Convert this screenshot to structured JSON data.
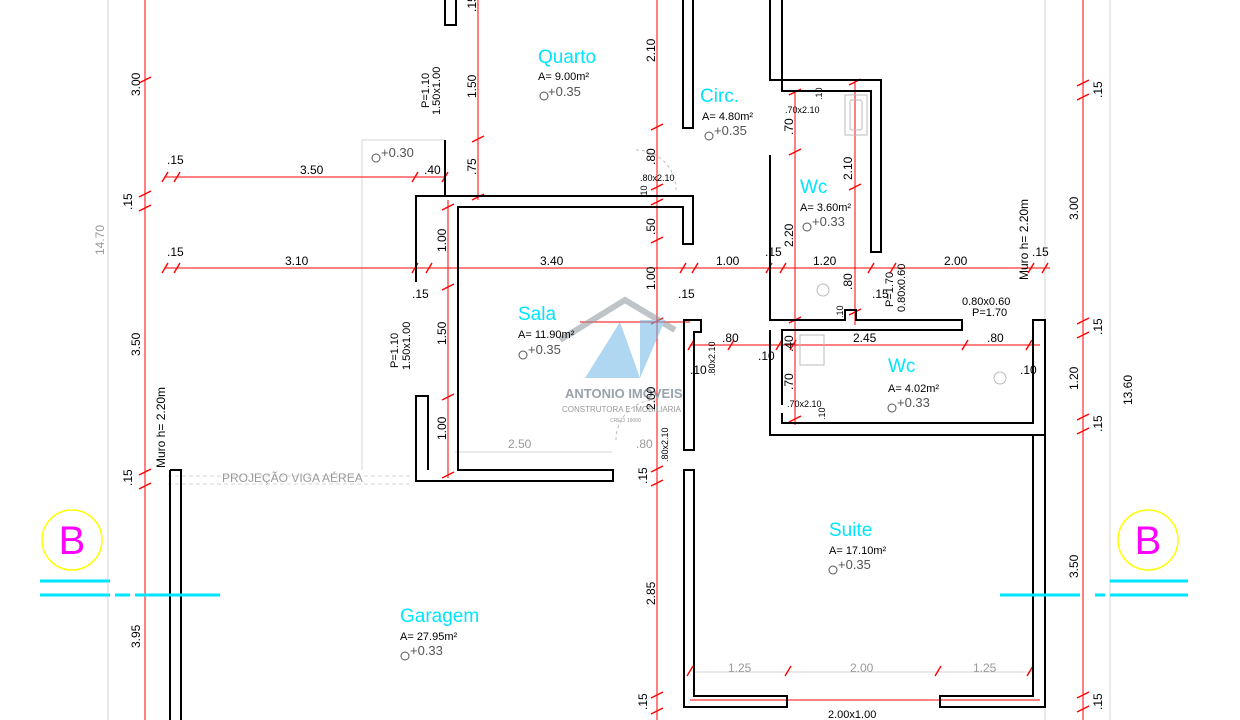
{
  "rooms": {
    "quarto": {
      "name": "Quarto",
      "area": "A= 9.00m²",
      "level": "+0.35"
    },
    "circ": {
      "name": "Circ.",
      "area": "A= 4.80m²",
      "level": "+0.35"
    },
    "wc1": {
      "name": "Wc",
      "area": "A= 3.60m²",
      "level": "+0.33"
    },
    "sala": {
      "name": "Sala",
      "area": "A= 11.90m²",
      "level": "+0.35"
    },
    "wc2": {
      "name": "Wc",
      "area": "A= 4.02m²",
      "level": "+0.33"
    },
    "suite": {
      "name": "Suite",
      "area": "A= 17.10m²",
      "level": "+0.35"
    },
    "garagem": {
      "name": "Garagem",
      "area": "A= 27.95m²",
      "level": "+0.33"
    }
  },
  "extra_level": "+0.30",
  "section_marker": "B",
  "notes": {
    "projecao": "PROJEÇÃO VIGA AÉREA",
    "muro_left": "Muro h= 2.20m",
    "muro_right": "Muro h= 2.20m",
    "total_left": "14.70",
    "total_right": "13.60",
    "win_top": "P=1.10",
    "win_top_size": "1.50x1.00",
    "win_mid": "P=1.10",
    "win_mid_size": "1.50x1.00",
    "win_wc": "P=1.70",
    "win_wc_size": "0.80x0.60",
    "win_wc2_size": "0.80x0.60",
    "win_wc2": "P=1.70",
    "door_suite": "2.00x1.00"
  },
  "watermark": {
    "name": "ANTONIO IMOVEIS",
    "sub": "CONSTRUTORA E IMOBILIARIA",
    "sub2": "CRECI 19000"
  },
  "dims": {
    "left_300": "3.00",
    "left_015a": ".15",
    "left_350": "3.50",
    "left_015b": ".15",
    "left_395": "3.95",
    "row1_015": ".15",
    "row1_350": "3.50",
    "row1_040": ".40",
    "row2_015": ".15",
    "row2_310": "3.10",
    "row2_340": "3.40",
    "row2_100": "1.00",
    "row2_015b": ".15",
    "row2_120": "1.20",
    "row2_200": "2.00",
    "row2_015c": ".15",
    "v_150a": "1.50",
    "v_075": ".75",
    "v_015": ".15",
    "v_100a": "1.00",
    "v_150b": "1.50",
    "v_100b": "1.00",
    "mid_210": "2.10",
    "mid_080": ".80",
    "mid_010": ".10",
    "mid_050": ".50",
    "mid_100": "1.00",
    "mid_200": "2.00",
    "mid_015": ".15",
    "mid_285": "2.85",
    "mid_015b": ".15",
    "mid_015c": ".15",
    "door_80x210a": ".80x2.10",
    "door_80x210b": ".80x2.10",
    "door_80x210c": ".80x2.10",
    "door_70x210a": ".70x2.10",
    "door_70x210b": ".70x2.10",
    "wc_010a": ".10",
    "wc_070a": ".70",
    "wc_210": "2.10",
    "wc_220": "2.20",
    "wc_080": ".80",
    "wc_010b": ".10",
    "wc_015": ".15",
    "h_080a": ".80",
    "h_010": ".10",
    "h_040": ".40",
    "h_245": "2.45",
    "h_080b": ".80",
    "h_010c": ".10",
    "h_070": ".70",
    "h_010d": ".10",
    "r_015a": ".15",
    "r_300": "3.00",
    "r_015b": ".15",
    "r_120": "1.20",
    "r_015c": ".15",
    "r_350": "3.50",
    "r_015d": ".15",
    "s_125a": "1.25",
    "s_200": "2.00",
    "s_125b": "1.25",
    "sala_250": "2.50",
    "sala_080": ".80"
  },
  "colors": {
    "wall": "#000000",
    "dim_line": "#ff0000",
    "room_label": "#00e5ff",
    "section": "#ff00ff",
    "section_line": "#00e5ff",
    "marker_circle": "#ffff00"
  }
}
